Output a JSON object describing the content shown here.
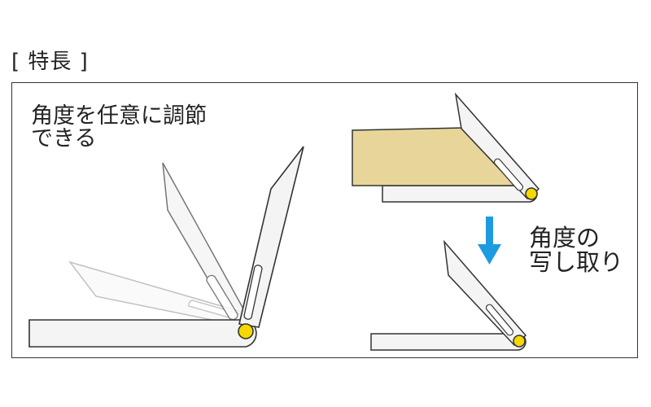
{
  "section_title": "[ 特長 ]",
  "feature_adjust": {
    "line1": "角度を任意に調節",
    "line2": "できる"
  },
  "feature_copy": {
    "line1": "角度の",
    "line2": "写し取り"
  },
  "colors": {
    "frame": "#333333",
    "metal": "#f4f4f4",
    "outline": "#333333",
    "pivot": "#f5d800",
    "wood": "#e8d59a",
    "arrow": "#1e9be0",
    "ghost": "#9a9a9a"
  },
  "icons": [
    "pivot-screw",
    "down-arrow-icon"
  ]
}
